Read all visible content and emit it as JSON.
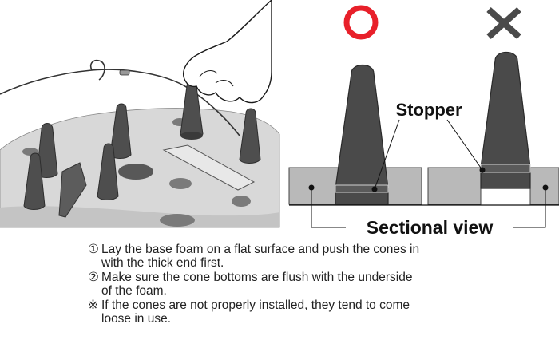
{
  "figure": {
    "labels": {
      "stopper": "Stopper",
      "sectional_view": "Sectional view"
    },
    "symbols": {
      "correct": "correct-circle-symbol",
      "incorrect": "incorrect-cross-symbol"
    },
    "colors": {
      "correct_mark": "#e8202a",
      "incorrect_mark": "#4a4a4a",
      "cone": "#4a4a4a",
      "foam": "#b9b9b9",
      "base_foam_photo": "#d8d8d8"
    }
  },
  "instructions": {
    "steps": [
      {
        "marker": "①",
        "line1": "Lay the base foam on a flat surface and push the cones in",
        "line2": "with the thick end first."
      },
      {
        "marker": "②",
        "line1": "Make sure the cone bottoms are flush with the underside",
        "line2": "of the foam."
      },
      {
        "marker": "※",
        "line1": "If the cones are not properly installed, they tend to come",
        "line2": "loose in use."
      }
    ]
  }
}
